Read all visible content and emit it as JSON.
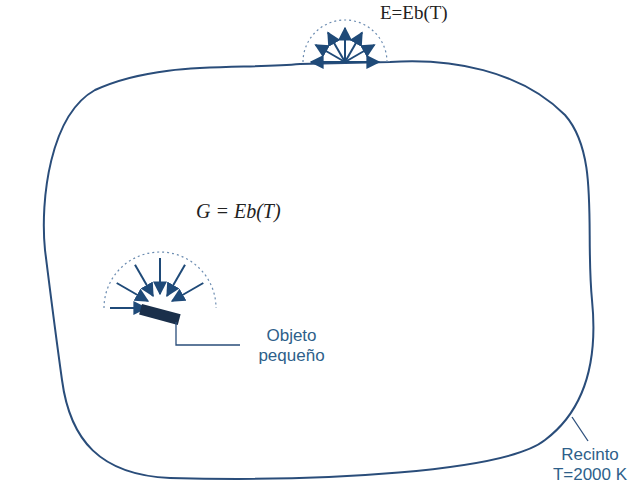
{
  "diagram": {
    "labels": [
      "E=Eb(T)",
      "G = Eb(T)",
      "Objeto pequeño",
      "Recinto T=2000 K"
    ]
  }
}
